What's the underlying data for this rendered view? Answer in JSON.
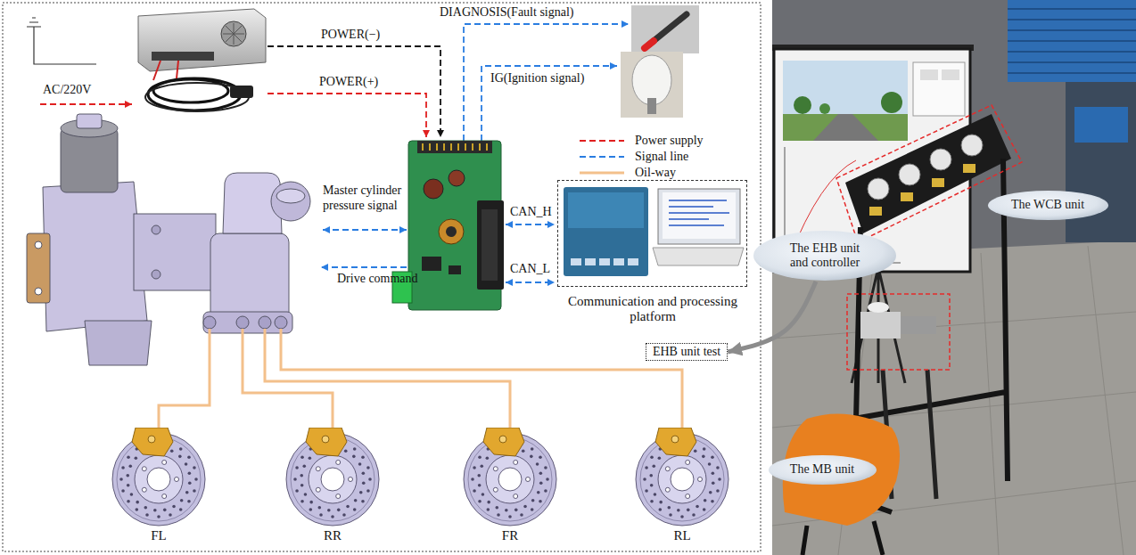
{
  "diagram": {
    "nodes": [
      {
        "text": [
          "Communication and processing platform"
        ]
      },
      {
        "text": [
          "EHB unit test"
        ]
      },
      {
        "text": [
          "FL"
        ]
      },
      {
        "text": [
          "RR"
        ]
      },
      {
        "text": [
          "FR"
        ]
      },
      {
        "text": [
          "RL"
        ]
      },
      {
        "text": [
          "The WCB unit"
        ]
      },
      {
        "text": [
          "The EHB unit and controller"
        ]
      },
      {
        "text": [
          "The MB unit"
        ]
      }
    ],
    "edges": [
      {
        "from": 7,
        "to": 1,
        "arrow": "to"
      }
    ],
    "labels": [
      "AC/220V",
      "POWER(−)",
      "POWER(+)",
      "DIAGNOSIS(Fault signal)",
      "IG(Ignition signal)",
      "Master cylinder pressure signal",
      "Drive command",
      "CAN_H",
      "CAN_L"
    ],
    "legend": [
      {
        "text": "Power supply"
      },
      {
        "text": "Signal line"
      },
      {
        "text": "Oil-way"
      }
    ]
  }
}
